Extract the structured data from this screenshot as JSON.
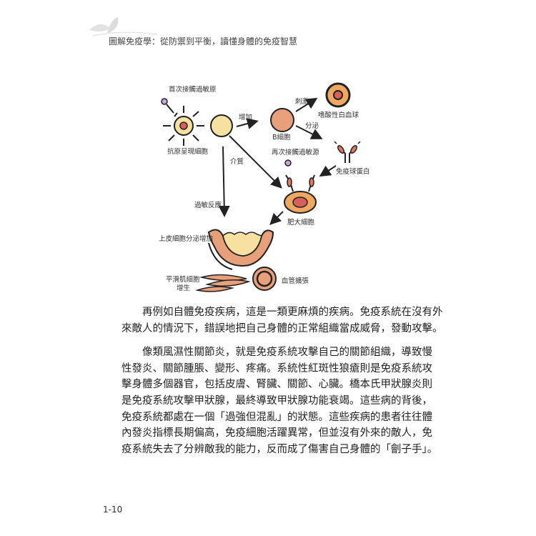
{
  "header": {
    "title": "圖解免疫學：從防禦到平衡，讀懂身體的免疫智慧"
  },
  "diagram": {
    "labels": {
      "first_contact": "首次接觸過敏原",
      "apc": "抗原呈現細胞",
      "increase": "增加",
      "b_cell": "B細胞",
      "stimulate": "刺激",
      "eosinophil": "嗜酸性白血球",
      "secrete": "分泌",
      "second_contact": "再次接觸過敏源",
      "immunoglobulin": "免疫球蛋白",
      "mediator": "介質",
      "allergic_reaction": "過敏反應",
      "mast_cell": "肥大細胞",
      "epithelial": "上皮細胞分泌增加",
      "smooth_muscle_1": "平滑肌細胞",
      "smooth_muscle_2": "增生",
      "vasodilation": "血管擴張"
    },
    "colors": {
      "yellow": "#f8e0a0",
      "salmon": "#e8a07a",
      "orange": "#f0a860",
      "red": "#d9605a",
      "purple": "#c9a6d8"
    }
  },
  "body": {
    "lines": [
      "再例如自體免疫疾病，這是一類更麻煩的疾病。免疫系統在沒有外",
      "來敵人的情況下，錯誤地把自己身體的正常組織當成威脅，發動攻擊。",
      "像類風濕性關節炎，就是免疫系統攻擊自己的關節組織，導致慢",
      "性發炎、關節腫脹、變形、疼痛。系統性紅斑性狼瘡則是免疫系統攻",
      "擊身體多個器官，包括皮膚、腎臟、關節、心臟。橋本氏甲狀腺炎則",
      "是免疫系統攻擊甲狀腺，最終導致甲狀腺功能衰竭。這些病的背後，",
      "免疫系統都處在一個「過強但混亂」的狀態。這些疾病的患者往往體",
      "內發炎指標長期偏高，免疫細胞活躍異常，但並沒有外來的敵人，免",
      "疫系統失去了分辨敵我的能力，反而成了傷害自己身體的「劊子手」。"
    ]
  },
  "footer": {
    "page_number": "1-10"
  }
}
